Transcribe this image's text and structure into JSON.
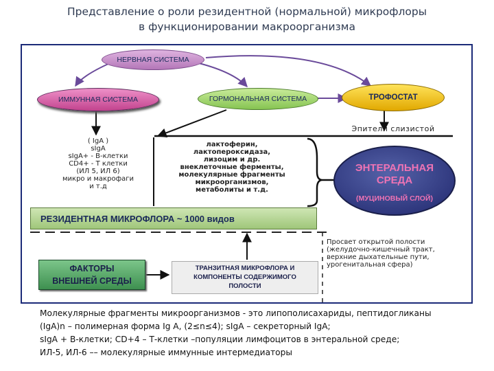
{
  "title": {
    "line1": "Представление о роли резидентной (нормальной) микрофлоры",
    "line2": "в функционировании макроорганизма"
  },
  "nodes": {
    "nervous": "НЕРВНАЯ СИСТЕМА",
    "immune": "ИММУННАЯ СИСТЕМА",
    "hormonal": "ГОРМОНАЛЬНАЯ СИСТЕМА",
    "trophostat": "ТРОФОСТАТ",
    "epithelium": "Эпители слизистой",
    "immune_factors": [
      "( IgA )",
      "sIgA",
      "sIgA+ - В-клетки",
      "CD4+ - Т клетки",
      "(ИЛ 5, ИЛ 6)",
      "микро и макрофаги",
      "и т.д"
    ],
    "molecules": [
      "лактоферин,",
      "лактопероксидаза,",
      "лизоцим и др.",
      "внеклеточные ферменты,",
      "молекулярные фрагменты",
      "микроорганизмов,",
      "метаболиты и т.д."
    ],
    "enteral_line1": "ЭНТЕРАЛЬНАЯ",
    "enteral_line2": "СРЕДА",
    "mucin": "(МУЦИНОВЫЙ СЛОЙ)",
    "resident": "РЕЗИДЕНТНАЯ МИКРОФЛОРА  ~  1000 видов",
    "lumen": [
      "Просвет открытой полости",
      "(желудочно-кишечный тракт,",
      "верхние дыхательные пути,",
      "урогенитальная сфера)"
    ],
    "external_factors_line1": "ФАКТОРЫ",
    "external_factors_line2": "ВНЕШНЕЙ СРЕДЫ",
    "transit": [
      "ТРАНЗИТНАЯ МИКРОФЛОРА И",
      "КОМПОНЕНТЫ СОДЕРЖИМОГО",
      "ПОЛОСТИ"
    ]
  },
  "caption": [
    "Молекулярные фрагменты микроорганизмов - это липополисахариды, пептидогликаны",
    "(IgA)n – полимерная форма Ig A, (2≤n≤4); sIgA – секреторный IgA;",
    "sIgA + В-клетки; CD+4 – Т-клетки –популяции лимфоцитов в энтеральной среде;",
    "ИЛ-5, ИЛ-6 –– молекулярные иммунные интермедиаторы"
  ],
  "colors": {
    "frame": "#1b2a78",
    "nervous_fill": "#c58ac9",
    "immune_fill": "#d95aaa",
    "hormonal_fill": "#9bd06a",
    "trophostat_fill": "#f3c200",
    "enteral_fill": "#34408a",
    "enteral_text": "#e76fb0",
    "resident_fill": "#b9d59b",
    "external_fill": "#4aa060",
    "transit_fill": "#e9e9e9"
  }
}
